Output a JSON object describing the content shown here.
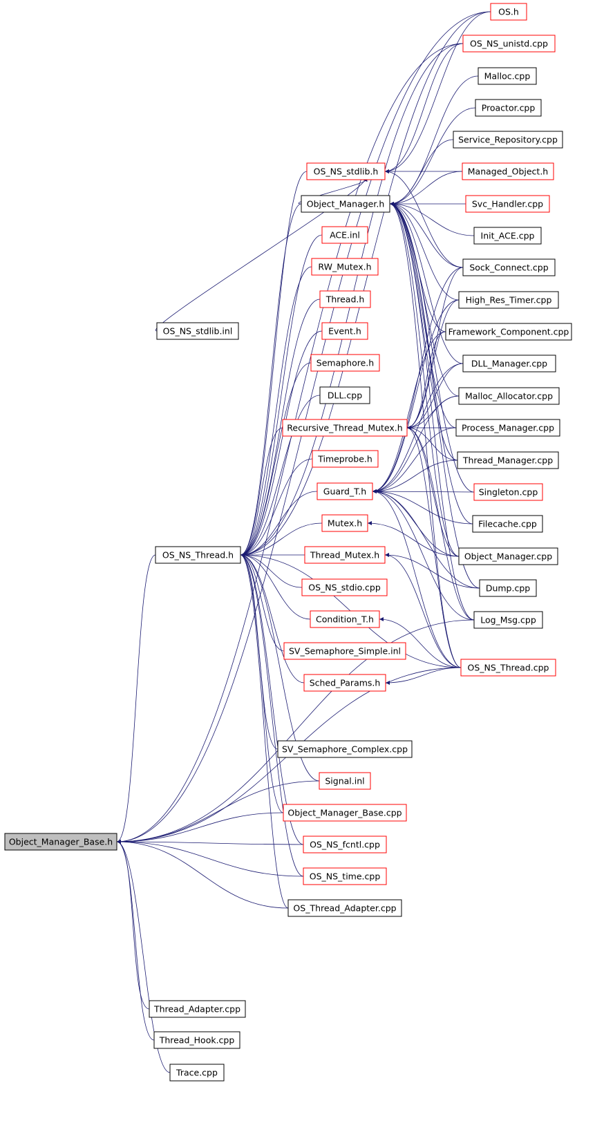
{
  "diagram": {
    "colors": {
      "edge": "#191970",
      "black_border": "#000000",
      "red_border": "#ff0000",
      "root_fill": "#bfbfbf"
    },
    "nodes": [
      {
        "id": "OS.h",
        "label": "OS.h",
        "border": "red"
      },
      {
        "id": "OS_NS_unistd.cpp",
        "label": "OS_NS_unistd.cpp",
        "border": "red"
      },
      {
        "id": "Malloc.cpp",
        "label": "Malloc.cpp",
        "border": "black"
      },
      {
        "id": "Proactor.cpp",
        "label": "Proactor.cpp",
        "border": "black"
      },
      {
        "id": "Service_Repository.cpp",
        "label": "Service_Repository.cpp",
        "border": "black"
      },
      {
        "id": "Managed_Object.h",
        "label": "Managed_Object.h",
        "border": "red"
      },
      {
        "id": "OS_NS_stdlib.h",
        "label": "OS_NS_stdlib.h",
        "border": "red"
      },
      {
        "id": "Object_Manager.h",
        "label": "Object_Manager.h",
        "border": "black"
      },
      {
        "id": "Svc_Handler.cpp",
        "label": "Svc_Handler.cpp",
        "border": "red"
      },
      {
        "id": "ACE.inl",
        "label": "ACE.inl",
        "border": "red"
      },
      {
        "id": "Init_ACE.cpp",
        "label": "Init_ACE.cpp",
        "border": "black"
      },
      {
        "id": "RW_Mutex.h",
        "label": "RW_Mutex.h",
        "border": "red"
      },
      {
        "id": "Sock_Connect.cpp",
        "label": "Sock_Connect.cpp",
        "border": "black"
      },
      {
        "id": "Thread.h",
        "label": "Thread.h",
        "border": "red"
      },
      {
        "id": "High_Res_Timer.cpp",
        "label": "High_Res_Timer.cpp",
        "border": "black"
      },
      {
        "id": "OS_NS_stdlib.inl",
        "label": "OS_NS_stdlib.inl",
        "border": "black"
      },
      {
        "id": "Event.h",
        "label": "Event.h",
        "border": "red"
      },
      {
        "id": "Framework_Component.cpp",
        "label": "Framework_Component.cpp",
        "border": "black"
      },
      {
        "id": "Semaphore.h",
        "label": "Semaphore.h",
        "border": "red"
      },
      {
        "id": "DLL_Manager.cpp",
        "label": "DLL_Manager.cpp",
        "border": "black"
      },
      {
        "id": "DLL.cpp",
        "label": "DLL.cpp",
        "border": "black"
      },
      {
        "id": "Malloc_Allocator.cpp",
        "label": "Malloc_Allocator.cpp",
        "border": "black"
      },
      {
        "id": "Recursive_Thread_Mutex.h",
        "label": "Recursive_Thread_Mutex.h",
        "border": "red"
      },
      {
        "id": "Process_Manager.cpp",
        "label": "Process_Manager.cpp",
        "border": "black"
      },
      {
        "id": "Timeprobe.h",
        "label": "Timeprobe.h",
        "border": "red"
      },
      {
        "id": "Thread_Manager.cpp",
        "label": "Thread_Manager.cpp",
        "border": "black"
      },
      {
        "id": "Guard_T.h",
        "label": "Guard_T.h",
        "border": "red"
      },
      {
        "id": "Singleton.cpp",
        "label": "Singleton.cpp",
        "border": "red"
      },
      {
        "id": "Mutex.h",
        "label": "Mutex.h",
        "border": "red"
      },
      {
        "id": "Filecache.cpp",
        "label": "Filecache.cpp",
        "border": "black"
      },
      {
        "id": "OS_NS_Thread.h",
        "label": "OS_NS_Thread.h",
        "border": "black"
      },
      {
        "id": "Thread_Mutex.h",
        "label": "Thread_Mutex.h",
        "border": "red"
      },
      {
        "id": "Object_Manager.cpp",
        "label": "Object_Manager.cpp",
        "border": "black"
      },
      {
        "id": "OS_NS_stdio.cpp",
        "label": "OS_NS_stdio.cpp",
        "border": "red"
      },
      {
        "id": "Dump.cpp",
        "label": "Dump.cpp",
        "border": "black"
      },
      {
        "id": "Condition_T.h",
        "label": "Condition_T.h",
        "border": "red"
      },
      {
        "id": "Log_Msg.cpp",
        "label": "Log_Msg.cpp",
        "border": "black"
      },
      {
        "id": "SV_Semaphore_Simple.inl",
        "label": "SV_Semaphore_Simple.inl",
        "border": "red"
      },
      {
        "id": "OS_NS_Thread.cpp",
        "label": "OS_NS_Thread.cpp",
        "border": "red"
      },
      {
        "id": "Sched_Params.h",
        "label": "Sched_Params.h",
        "border": "red"
      },
      {
        "id": "SV_Semaphore_Complex.cpp",
        "label": "SV_Semaphore_Complex.cpp",
        "border": "black"
      },
      {
        "id": "Signal.inl",
        "label": "Signal.inl",
        "border": "red"
      },
      {
        "id": "Object_Manager_Base.h",
        "label": "Object_Manager_Base.h",
        "border": "root"
      },
      {
        "id": "Object_Manager_Base.cpp",
        "label": "Object_Manager_Base.cpp",
        "border": "red"
      },
      {
        "id": "OS_NS_fcntl.cpp",
        "label": "OS_NS_fcntl.cpp",
        "border": "red"
      },
      {
        "id": "OS_NS_time.cpp",
        "label": "OS_NS_time.cpp",
        "border": "red"
      },
      {
        "id": "OS_Thread_Adapter.cpp",
        "label": "OS_Thread_Adapter.cpp",
        "border": "black"
      },
      {
        "id": "Thread_Adapter.cpp",
        "label": "Thread_Adapter.cpp",
        "border": "black"
      },
      {
        "id": "Thread_Hook.cpp",
        "label": "Thread_Hook.cpp",
        "border": "black"
      },
      {
        "id": "Trace.cpp",
        "label": "Trace.cpp",
        "border": "black"
      }
    ],
    "edges": [
      [
        "OS.h",
        "Object_Manager_Base.h"
      ],
      [
        "OS_NS_unistd.cpp",
        "Object_Manager_Base.h"
      ],
      [
        "OS_NS_Thread.h",
        "Object_Manager_Base.h"
      ],
      [
        "Signal.inl",
        "Object_Manager_Base.h"
      ],
      [
        "Object_Manager_Base.cpp",
        "Object_Manager_Base.h"
      ],
      [
        "OS_NS_fcntl.cpp",
        "Object_Manager_Base.h"
      ],
      [
        "OS_NS_time.cpp",
        "Object_Manager_Base.h"
      ],
      [
        "OS_Thread_Adapter.cpp",
        "Object_Manager_Base.h"
      ],
      [
        "OS_NS_Thread.cpp",
        "Object_Manager_Base.h"
      ],
      [
        "Log_Msg.cpp",
        "Object_Manager_Base.h"
      ],
      [
        "Thread_Adapter.cpp",
        "Object_Manager_Base.h"
      ],
      [
        "Thread_Hook.cpp",
        "Object_Manager_Base.h"
      ],
      [
        "Trace.cpp",
        "Object_Manager_Base.h"
      ],
      [
        "OS_NS_stdlib.inl",
        "OS_NS_stdlib.h"
      ],
      [
        "OS.h",
        "OS_NS_stdlib.h"
      ],
      [
        "OS_NS_unistd.cpp",
        "OS_NS_stdlib.h"
      ],
      [
        "Managed_Object.h",
        "OS_NS_stdlib.h"
      ],
      [
        "Object_Manager.h",
        "OS_NS_stdlib.h"
      ],
      [
        "Sock_Connect.cpp",
        "OS_NS_stdlib.h"
      ],
      [
        "Managed_Object.h",
        "Object_Manager.h"
      ],
      [
        "Malloc.cpp",
        "Object_Manager.h"
      ],
      [
        "Proactor.cpp",
        "Object_Manager.h"
      ],
      [
        "Service_Repository.cpp",
        "Object_Manager.h"
      ],
      [
        "Svc_Handler.cpp",
        "Object_Manager.h"
      ],
      [
        "Init_ACE.cpp",
        "Object_Manager.h"
      ],
      [
        "Sock_Connect.cpp",
        "Object_Manager.h"
      ],
      [
        "High_Res_Timer.cpp",
        "Object_Manager.h"
      ],
      [
        "Framework_Component.cpp",
        "Object_Manager.h"
      ],
      [
        "DLL_Manager.cpp",
        "Object_Manager.h"
      ],
      [
        "Malloc_Allocator.cpp",
        "Object_Manager.h"
      ],
      [
        "Process_Manager.cpp",
        "Object_Manager.h"
      ],
      [
        "Thread_Manager.cpp",
        "Object_Manager.h"
      ],
      [
        "Singleton.cpp",
        "Object_Manager.h"
      ],
      [
        "Filecache.cpp",
        "Object_Manager.h"
      ],
      [
        "Object_Manager.cpp",
        "Object_Manager.h"
      ],
      [
        "Dump.cpp",
        "Object_Manager.h"
      ],
      [
        "Log_Msg.cpp",
        "Object_Manager.h"
      ],
      [
        "OS_NS_Thread.cpp",
        "Object_Manager.h"
      ],
      [
        "Sock_Connect.cpp",
        "Recursive_Thread_Mutex.h"
      ],
      [
        "High_Res_Timer.cpp",
        "Recursive_Thread_Mutex.h"
      ],
      [
        "Framework_Component.cpp",
        "Recursive_Thread_Mutex.h"
      ],
      [
        "DLL_Manager.cpp",
        "Recursive_Thread_Mutex.h"
      ],
      [
        "Malloc_Allocator.cpp",
        "Recursive_Thread_Mutex.h"
      ],
      [
        "Process_Manager.cpp",
        "Recursive_Thread_Mutex.h"
      ],
      [
        "Thread_Manager.cpp",
        "Recursive_Thread_Mutex.h"
      ],
      [
        "Object_Manager.cpp",
        "Recursive_Thread_Mutex.h"
      ],
      [
        "Log_Msg.cpp",
        "Recursive_Thread_Mutex.h"
      ],
      [
        "OS_NS_Thread.cpp",
        "Recursive_Thread_Mutex.h"
      ],
      [
        "Sock_Connect.cpp",
        "Guard_T.h"
      ],
      [
        "High_Res_Timer.cpp",
        "Guard_T.h"
      ],
      [
        "Framework_Component.cpp",
        "Guard_T.h"
      ],
      [
        "DLL_Manager.cpp",
        "Guard_T.h"
      ],
      [
        "Malloc_Allocator.cpp",
        "Guard_T.h"
      ],
      [
        "Process_Manager.cpp",
        "Guard_T.h"
      ],
      [
        "Thread_Manager.cpp",
        "Guard_T.h"
      ],
      [
        "Singleton.cpp",
        "Guard_T.h"
      ],
      [
        "Filecache.cpp",
        "Guard_T.h"
      ],
      [
        "Object_Manager.cpp",
        "Guard_T.h"
      ],
      [
        "Dump.cpp",
        "Guard_T.h"
      ],
      [
        "Log_Msg.cpp",
        "Guard_T.h"
      ],
      [
        "OS_NS_Thread.cpp",
        "Guard_T.h"
      ],
      [
        "Object_Manager.cpp",
        "Mutex.h"
      ],
      [
        "Dump.cpp",
        "Thread_Mutex.h"
      ],
      [
        "OS_NS_Thread.cpp",
        "Thread_Mutex.h"
      ],
      [
        "OS_NS_Thread.cpp",
        "Condition_T.h"
      ],
      [
        "OS_NS_Thread.cpp",
        "Sched_Params.h"
      ],
      [
        "OS_NS_stdlib.h",
        "OS_NS_Thread.h"
      ],
      [
        "Object_Manager.h",
        "OS_NS_Thread.h"
      ],
      [
        "ACE.inl",
        "OS_NS_Thread.h"
      ],
      [
        "RW_Mutex.h",
        "OS_NS_Thread.h"
      ],
      [
        "Thread.h",
        "OS_NS_Thread.h"
      ],
      [
        "Event.h",
        "OS_NS_Thread.h"
      ],
      [
        "Semaphore.h",
        "OS_NS_Thread.h"
      ],
      [
        "DLL.cpp",
        "OS_NS_Thread.h"
      ],
      [
        "Recursive_Thread_Mutex.h",
        "OS_NS_Thread.h"
      ],
      [
        "Timeprobe.h",
        "OS_NS_Thread.h"
      ],
      [
        "Guard_T.h",
        "OS_NS_Thread.h"
      ],
      [
        "Mutex.h",
        "OS_NS_Thread.h"
      ],
      [
        "Thread_Mutex.h",
        "OS_NS_Thread.h"
      ],
      [
        "OS_NS_stdio.cpp",
        "OS_NS_Thread.h"
      ],
      [
        "Condition_T.h",
        "OS_NS_Thread.h"
      ],
      [
        "SV_Semaphore_Simple.inl",
        "OS_NS_Thread.h"
      ],
      [
        "Sched_Params.h",
        "OS_NS_Thread.h"
      ],
      [
        "OS_NS_Thread.cpp",
        "OS_NS_Thread.h"
      ],
      [
        "SV_Semaphore_Complex.cpp",
        "OS_NS_Thread.h"
      ],
      [
        "Signal.inl",
        "OS_NS_Thread.h"
      ],
      [
        "Object_Manager_Base.cpp",
        "OS_NS_Thread.h"
      ],
      [
        "OS_NS_fcntl.cpp",
        "OS_NS_Thread.h"
      ],
      [
        "OS_NS_time.cpp",
        "OS_NS_Thread.h"
      ],
      [
        "OS_Thread_Adapter.cpp",
        "OS_NS_Thread.h"
      ],
      [
        "OS.h",
        "OS_NS_Thread.h"
      ],
      [
        "OS_NS_unistd.cpp",
        "OS_NS_Thread.h"
      ]
    ]
  }
}
